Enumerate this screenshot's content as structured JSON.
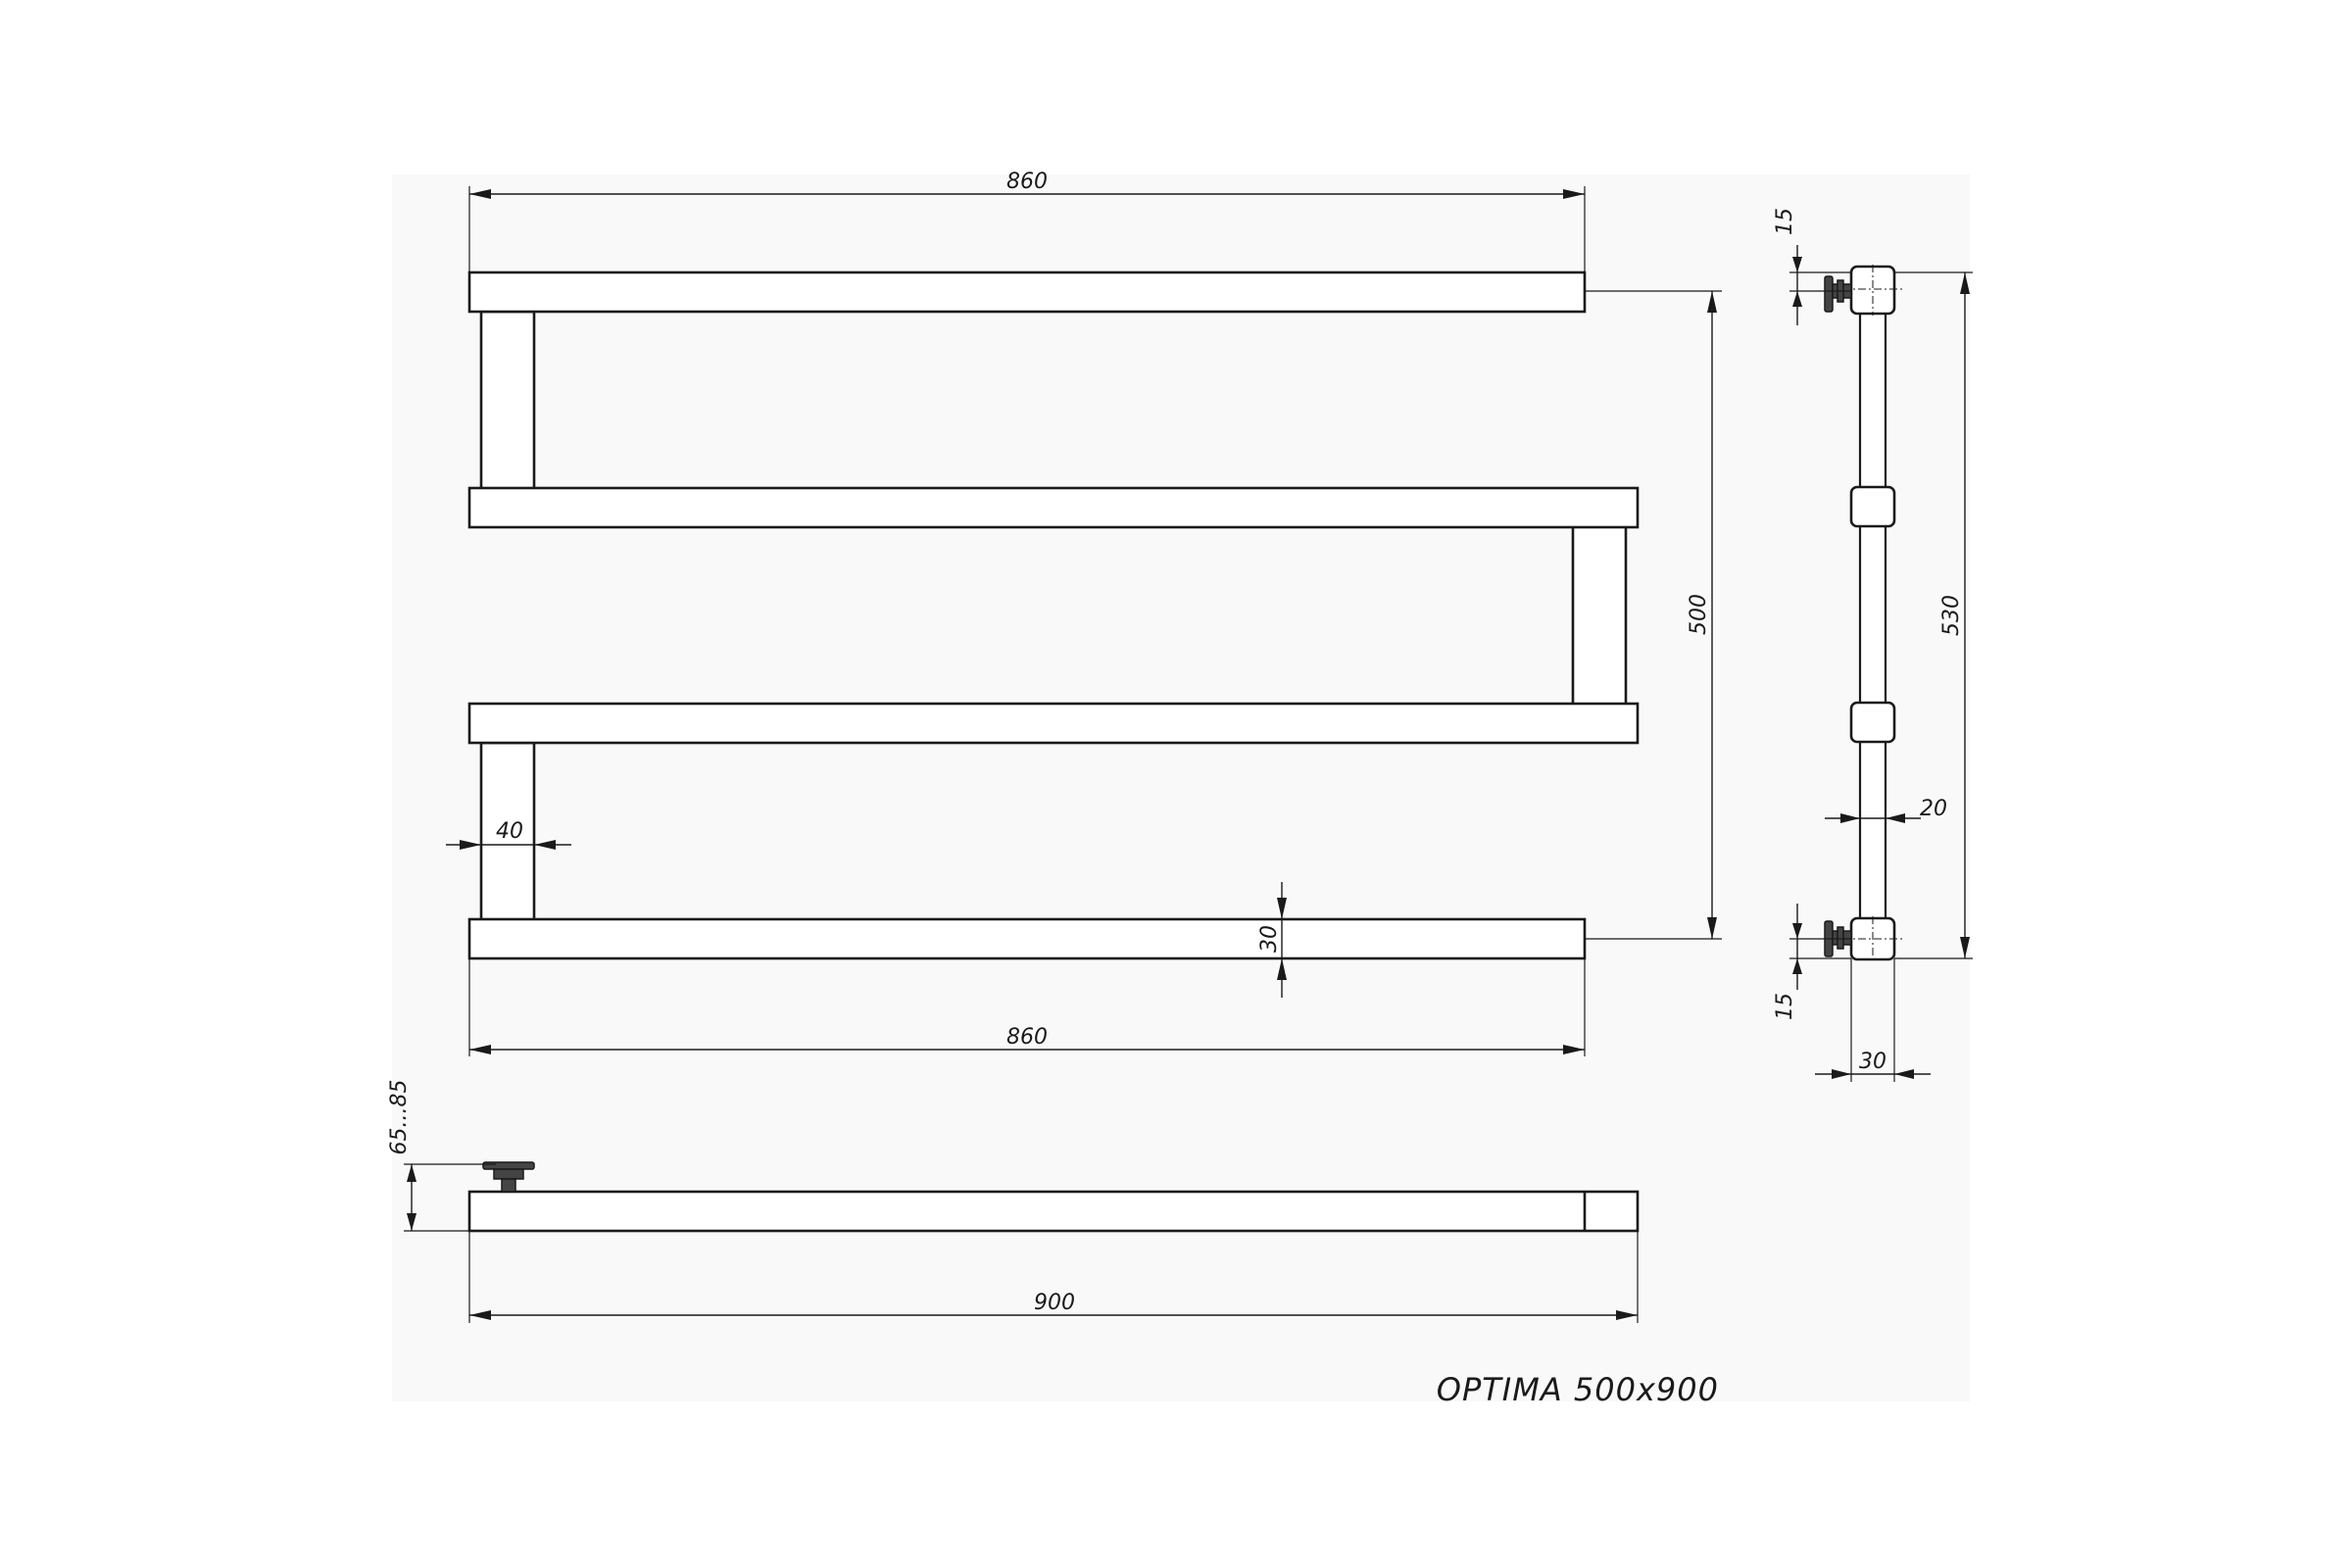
{
  "drawing": {
    "title": "OPTIMA 500x900",
    "front_view": {
      "top_width": "860",
      "bottom_width": "860",
      "height_between_centers": "500",
      "bar_thickness": "30",
      "post_width": "40"
    },
    "side_view": {
      "total_height": "530",
      "top_offset": "15",
      "bottom_offset": "15",
      "tube_width": "20",
      "depth": "30"
    },
    "top_view": {
      "wall_distance": "65...85",
      "overall_width": "900"
    }
  }
}
